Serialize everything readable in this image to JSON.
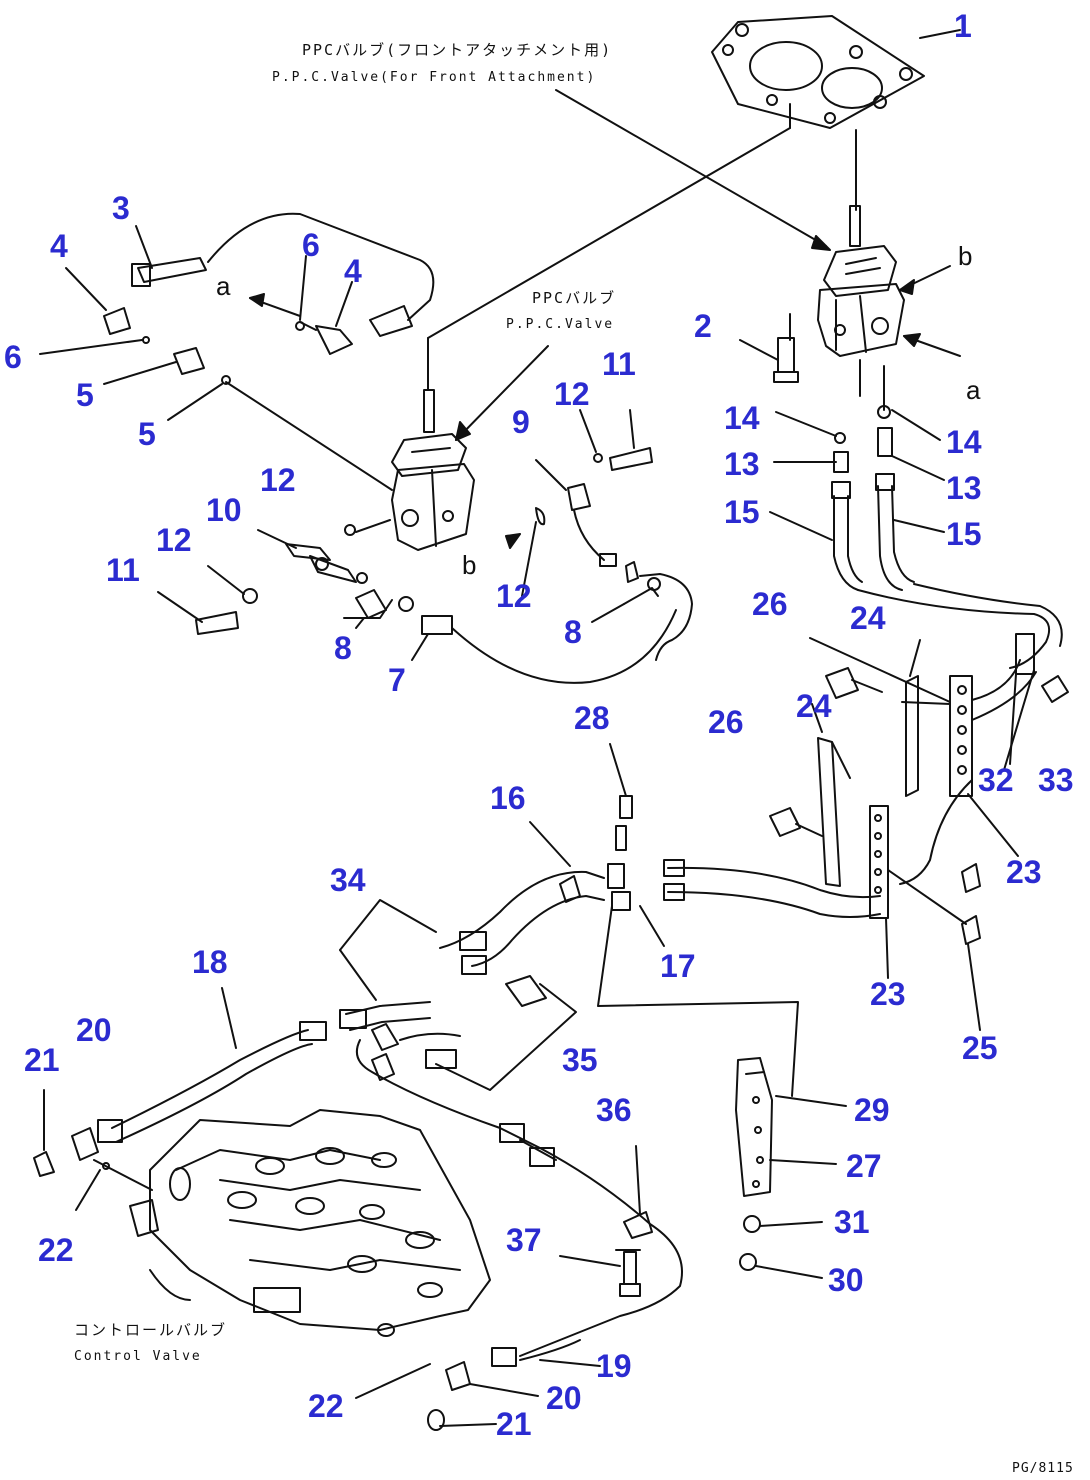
{
  "labels": {
    "ppc_front_jp": "PPCバルブ(フロントアタッチメント用)",
    "ppc_front_en": "P.P.C.Valve(For Front Attachment)",
    "ppc_jp": "PPCバルブ",
    "ppc_en": "P.P.C.Valve",
    "control_jp": "コントロールバルブ",
    "control_en": "Control Valve",
    "drawing_code": "PG/8115"
  },
  "refs": {
    "a": "a",
    "b": "b"
  },
  "callouts": {
    "n1": "1",
    "n2": "2",
    "n3": "3",
    "n4": "4",
    "n5": "5",
    "n6": "6",
    "n7": "7",
    "n8": "8",
    "n9": "9",
    "n10": "10",
    "n11": "11",
    "n12": "12",
    "n13": "13",
    "n14": "14",
    "n15": "15",
    "n16": "16",
    "n17": "17",
    "n18": "18",
    "n19": "19",
    "n20": "20",
    "n21": "21",
    "n22": "22",
    "n23": "23",
    "n24": "24",
    "n25": "25",
    "n26": "26",
    "n27": "27",
    "n28": "28",
    "n29": "29",
    "n30": "30",
    "n31": "31",
    "n32": "32",
    "n33": "33",
    "n34": "34",
    "n35": "35",
    "n36": "36",
    "n37": "37"
  },
  "colors": {
    "callout": "#2b2bd0",
    "line": "#111111"
  }
}
